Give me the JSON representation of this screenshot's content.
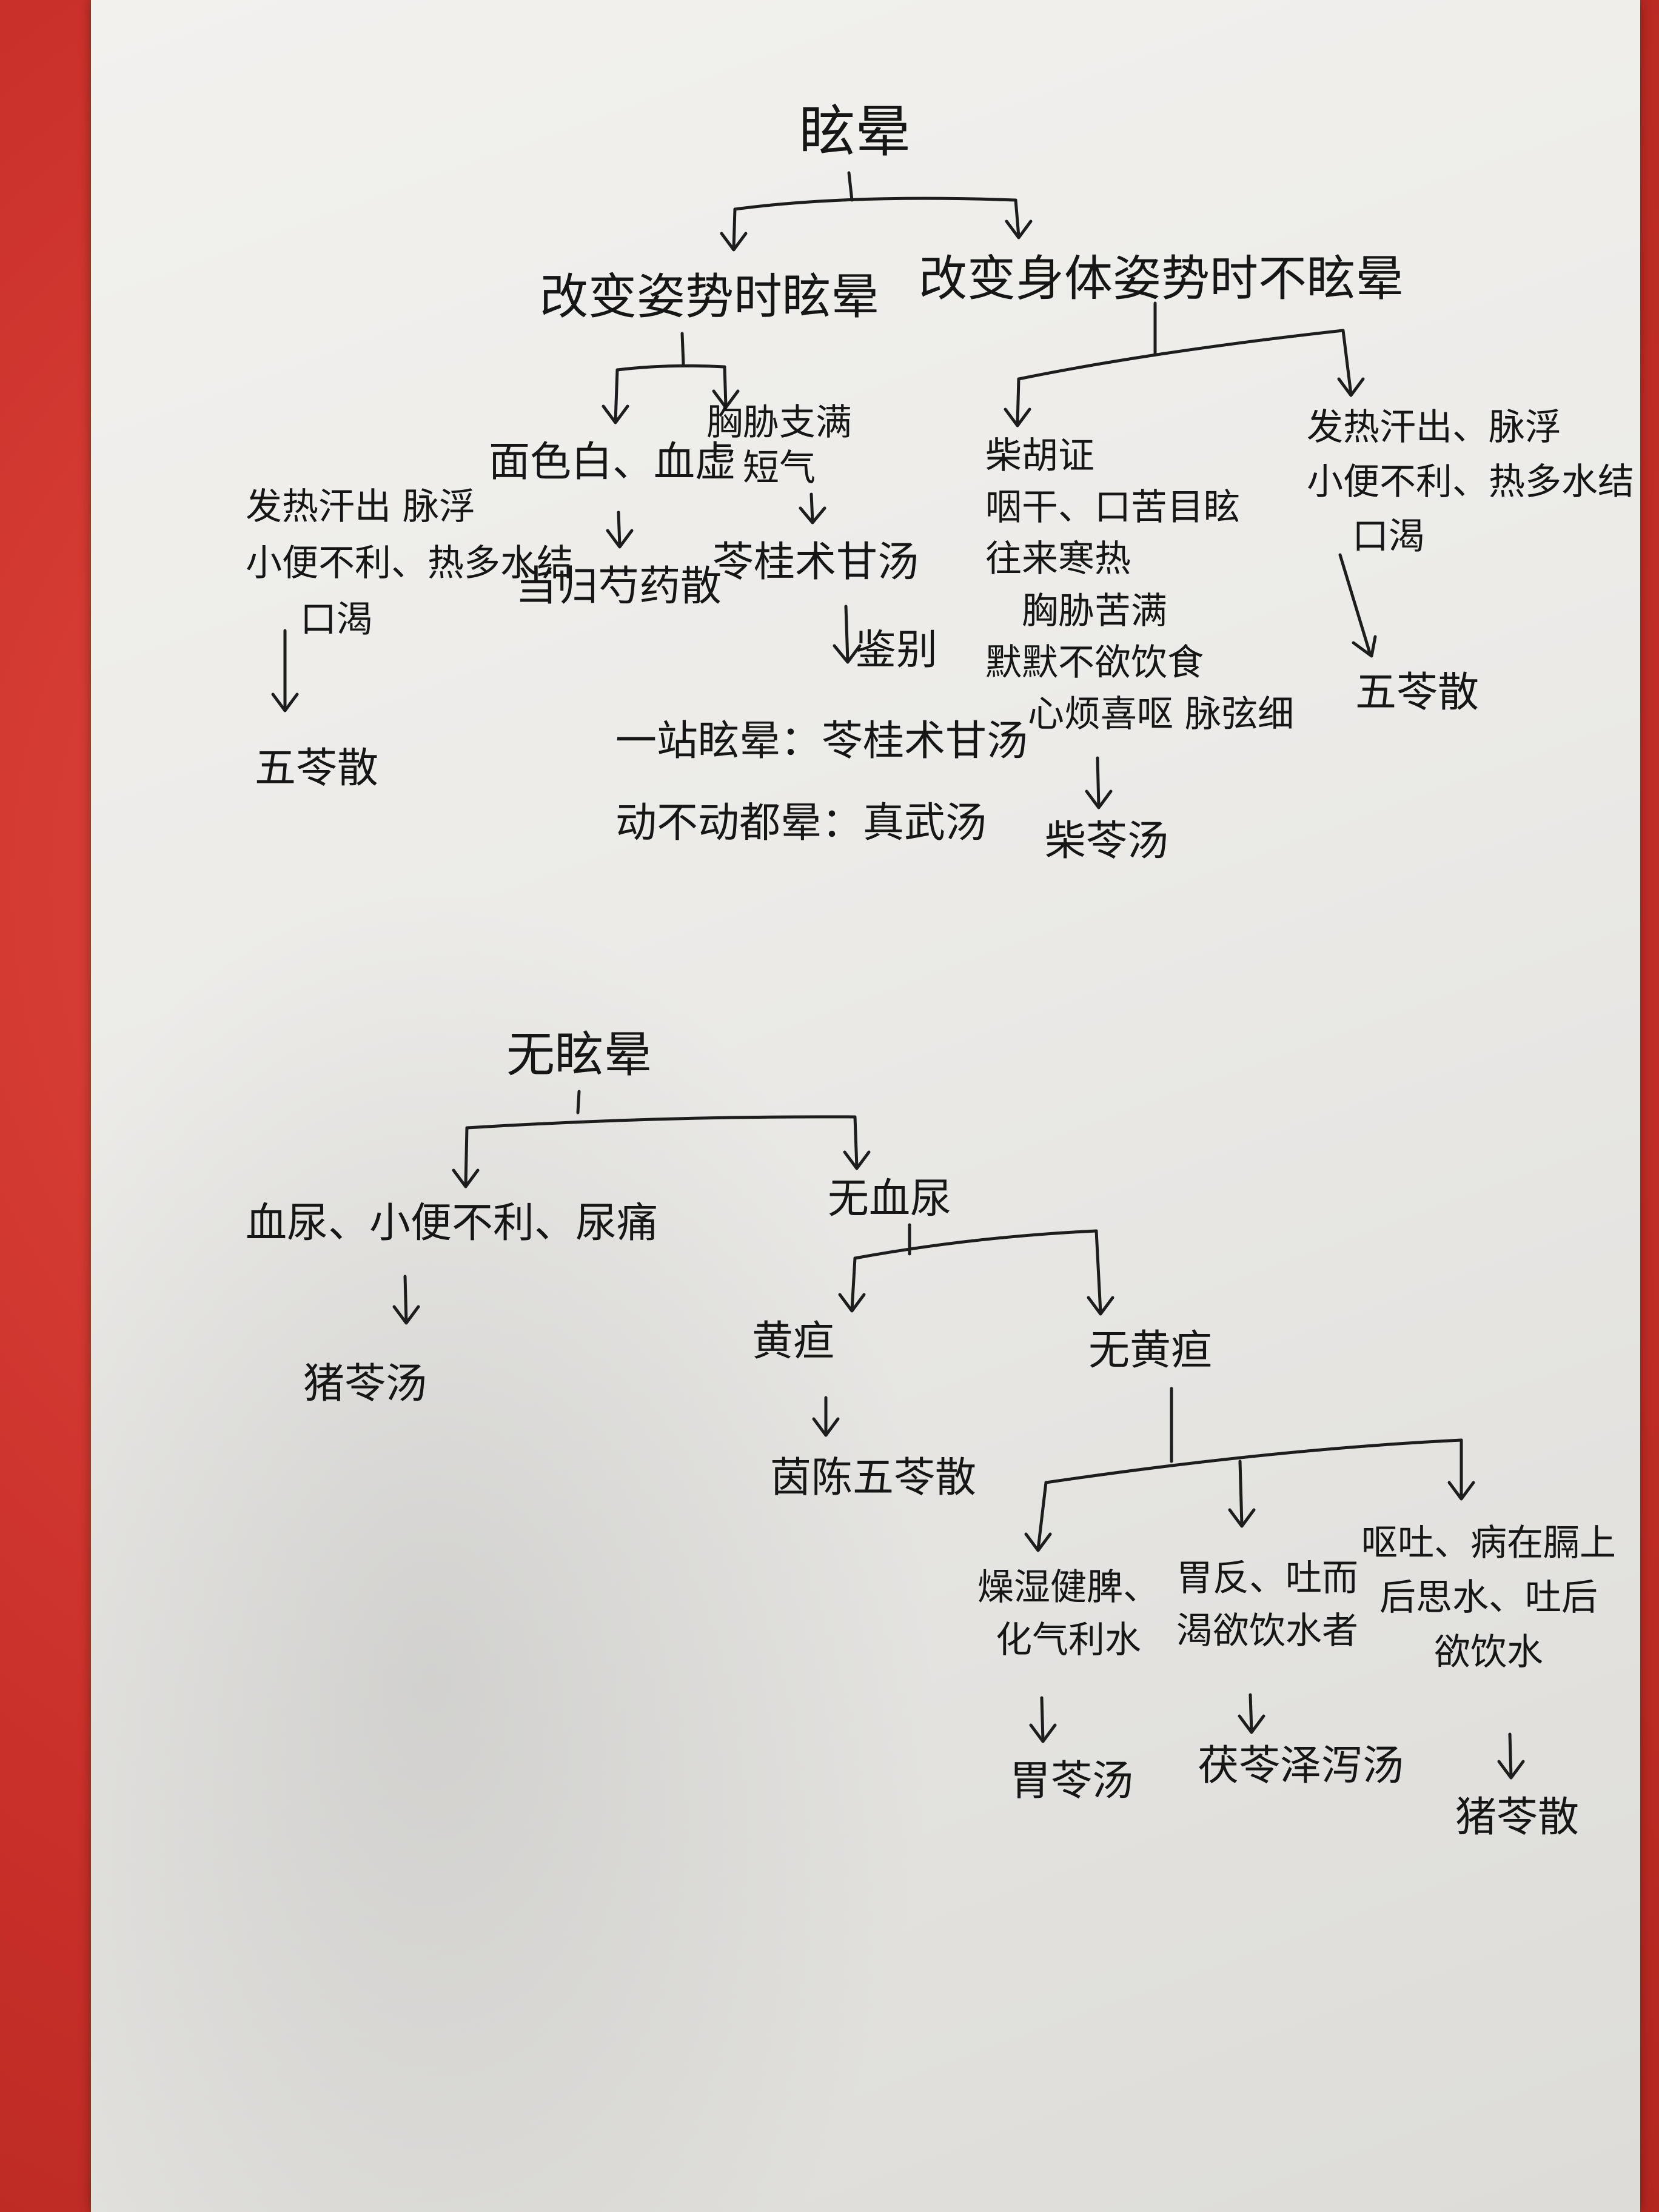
{
  "flow1": {
    "root": "眩晕",
    "branch_left": "改变姿势时眩晕",
    "branch_right": "改变身体姿势时不眩晕",
    "left_a": "面色白、血虚",
    "left_a_result": "当归芍药散",
    "left_b_lines": [
      "胸胁支满",
      "短气"
    ],
    "left_b_result": "苓桂术甘汤",
    "left_b_sub": "鉴别",
    "left_b_diff1": "一站眩晕：苓桂术甘汤",
    "left_b_diff2": "动不动都晕：真武汤",
    "right_a_lines": [
      "柴胡证",
      "咽干、口苦目眩",
      "往来寒热",
      "胸胁苦满",
      "默默不欲饮食",
      "心烦喜呕 脉弦细"
    ],
    "right_a_result": "柴苓汤",
    "right_b_lines": [
      "发热汗出、脉浮",
      "小便不利、热多水结",
      "口渴"
    ],
    "right_b_result": "五苓散",
    "side_lines": [
      "发热汗出 脉浮",
      "小便不利、热多水结",
      "口渴"
    ],
    "side_result": "五苓散"
  },
  "flow2": {
    "root": "无眩晕",
    "left": "血尿、小便不利、尿痛",
    "left_result": "猪苓汤",
    "right": "无血尿",
    "jaundice": "黄疸",
    "jaundice_result": "茵陈五苓散",
    "no_jaundice": "无黄疸",
    "c1_lines": [
      "燥湿健脾、",
      "化气利水"
    ],
    "c1_result": "胃苓汤",
    "c2_lines": [
      "胃反、吐而",
      "渴欲饮水者"
    ],
    "c2_result": "茯苓泽泻汤",
    "c3_lines": [
      "呕吐、病在膈上",
      "后思水、吐后",
      "欲饮水"
    ],
    "c3_result": "猪苓散"
  }
}
